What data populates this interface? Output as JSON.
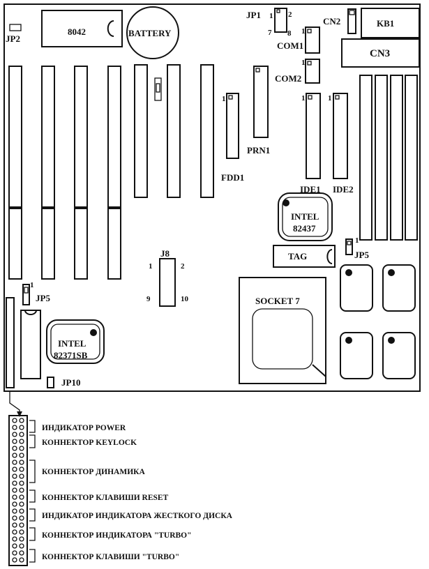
{
  "board": {
    "labels": {
      "jp2": "JP2",
      "kbc": "8042",
      "battery": "BATTERY",
      "jp1": "JP1",
      "jp1_pin1": "1",
      "jp1_pin2": "2",
      "jp1_pin7": "7",
      "jp1_pin8": "8",
      "cn2": "CN2",
      "kb1": "KB1",
      "com1": "COM1",
      "com1_pin": "1",
      "cn3": "CN3",
      "com2": "COM2",
      "com2_pin": "1",
      "prn1": "PRN1",
      "fdd1": "FDD1",
      "fdd1_pin": "1",
      "ide1": "IDE1",
      "ide1_pin": "1",
      "ide2": "IDE2",
      "ide2_pin": "1",
      "northbridge_brand": "INTEL",
      "northbridge_model": "82437",
      "tag": "TAG",
      "jp5_right": "JP5",
      "jp5_right_pin": "1",
      "j8": "J8",
      "j8_pin1": "1",
      "j8_pin2": "2",
      "j8_pin9": "9",
      "j8_pin10": "10",
      "jp5_left": "JP5",
      "jp5_left_pin": "1",
      "socket": "SOCKET 7",
      "southbridge_brand": "INTEL",
      "southbridge_model": "82371SB",
      "jp10": "JP10"
    }
  },
  "front_panel": {
    "items": [
      "ИНДИКАТОР POWER",
      "КОННЕКТОР KEYLOCK",
      "КОННЕКТОР ДИНАМИКА",
      "КОННЕКТОР  КЛАВИШИ RESET",
      "ИНДИКАТОР ИНДИКАТОРА ЖЕСТКОГО ДИСКА",
      "КОННЕКТОР ИНДИКАТОРА \"TURBO\"",
      "КОННЕКТОР КЛАВИШИ \"TURBO\""
    ]
  }
}
